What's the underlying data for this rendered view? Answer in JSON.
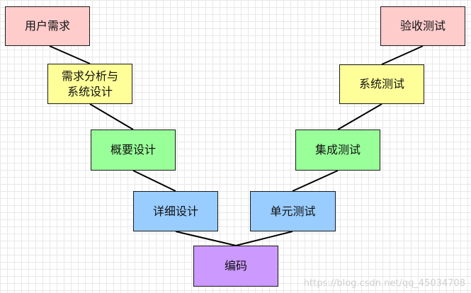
{
  "diagram": {
    "boxes": {
      "requirements": "用户需求",
      "acceptance_testing": "验收测试",
      "requirements_analysis": "需求分析与\n系统设计",
      "system_testing": "系统测试",
      "outline_design": "概要设计",
      "integration_testing": "集成测试",
      "detailed_design": "详细设计",
      "unit_testing": "单元测试",
      "coding": "编码"
    },
    "colors": {
      "level1": "#ffcccc",
      "level2": "#ffff99",
      "level3": "#99ff99",
      "level4": "#99ccff",
      "level5": "#cc99ff",
      "border": "#1a1a1a",
      "connector": "#000000"
    }
  },
  "watermark": "https://blog.csdn.net/qq_45034708"
}
